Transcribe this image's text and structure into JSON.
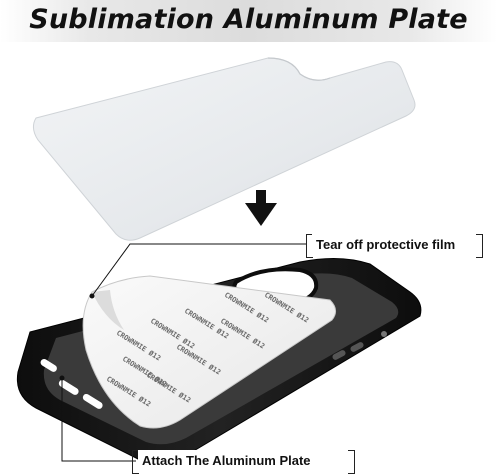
{
  "title": "Sublimation Aluminum Plate",
  "callouts": {
    "top": "Tear off protective film",
    "bottom": "Attach The Aluminum Plate"
  },
  "film_print": "CROWNMIE Ø12",
  "icons": [
    "down-arrow-icon"
  ],
  "colors": {
    "plate": "#ebedf0",
    "case": "#151515",
    "film": "#f4f4f4",
    "banner": "#dcdcdc"
  }
}
